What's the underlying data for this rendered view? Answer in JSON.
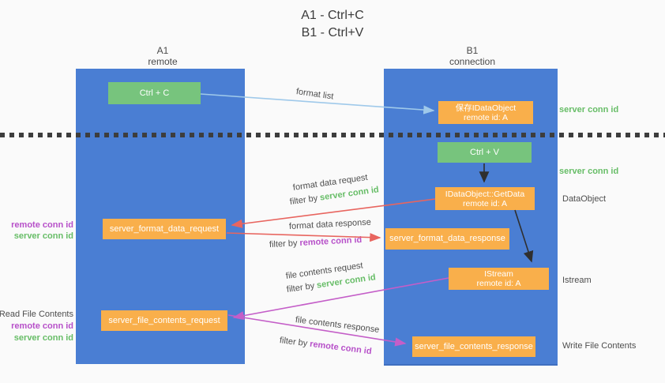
{
  "title": {
    "line1": "A1 - Ctrl+C",
    "line2": "B1 - Ctrl+V"
  },
  "lanes": {
    "a": {
      "name": "A1",
      "role": "remote"
    },
    "b": {
      "name": "B1",
      "role": "connection"
    }
  },
  "nodes": {
    "ctrl_c": {
      "label": "Ctrl + C"
    },
    "save_obj": {
      "line1": "保存IDataObject",
      "line2": "remote id: A"
    },
    "ctrl_v": {
      "label": "Ctrl + V"
    },
    "getdata": {
      "line1": "IDataObject::GetData",
      "line2": "remote id: A"
    },
    "format_req": {
      "label": "server_format_data_request"
    },
    "format_resp": {
      "label": "server_format_data_response"
    },
    "istream": {
      "line1": "IStream",
      "line2": "remote id: A"
    },
    "file_req": {
      "label": "server_file_contents_request"
    },
    "file_resp": {
      "label": "server_file_contents_response"
    }
  },
  "flow_labels": {
    "format_list": "format list",
    "format_data_request": "format data request",
    "format_data_response": "format data response",
    "file_contents_request": "file contents request",
    "file_contents_response": "file contents response",
    "filter_by": "filter by ",
    "server_conn_id": "server conn id",
    "remote_conn_id": "remote conn id"
  },
  "annotations": {
    "right_server_conn_id_top": "server conn id",
    "right_server_conn_id_mid": "server conn id",
    "right_dataobject": "DataObject",
    "right_istream": "Istream",
    "right_write_file_contents": "Write File Contents",
    "left_read_file_contents": "Read File Contents",
    "left_remote_conn_id_format": "remote conn id",
    "left_server_conn_id_format": "server conn id",
    "left_remote_conn_id_file": "remote conn id",
    "left_server_conn_id_file": "server conn id"
  },
  "colors": {
    "background": "#fafafa",
    "lane_blue": "#4a7ed3",
    "node_green": "#77c47d",
    "node_orange": "#f9af4b",
    "arrow_light_blue": "#9fc9ea",
    "arrow_red": "#e8655f",
    "arrow_magenta": "#c45ec8",
    "arrow_black": "#2f2f2f",
    "id_green": "#67bd67",
    "id_purple": "#b750c9",
    "text_gray": "#4d4d4d"
  }
}
